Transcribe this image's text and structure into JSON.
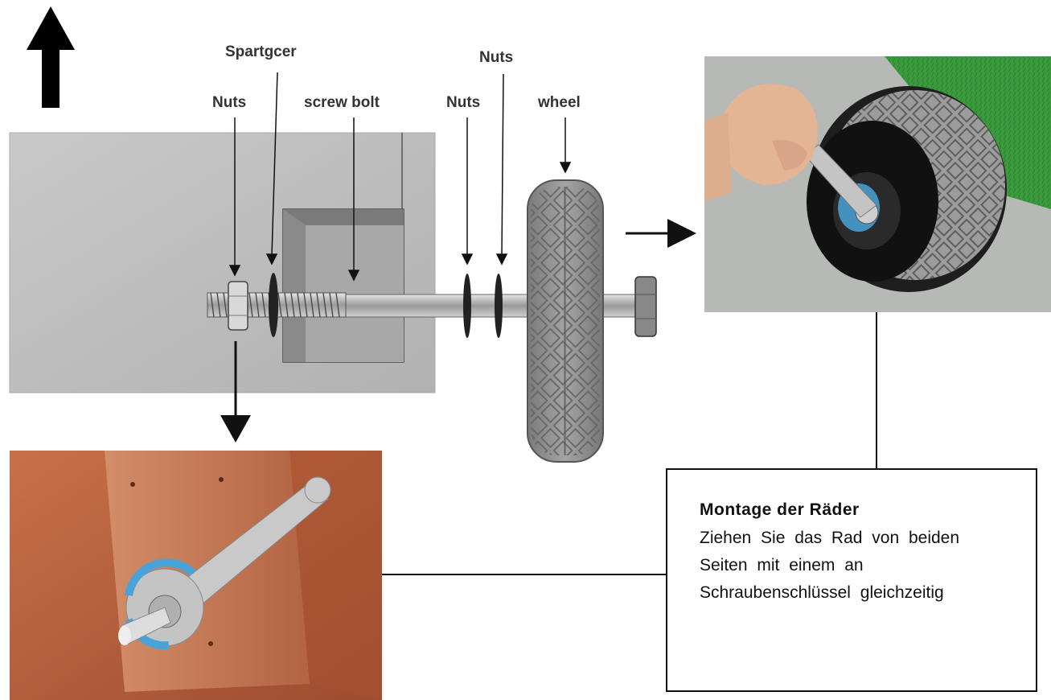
{
  "labels": {
    "spacer": "Spartgcer",
    "nuts_left": "Nuts",
    "screw_bolt": "screw bolt",
    "nuts_mid": "Nuts",
    "nuts_top": "Nuts",
    "wheel": "wheel"
  },
  "instructions": {
    "title": "Montage der Räder",
    "text": "Ziehen Sie das Rad von beiden Seiten mit einem an Schraubenschlüssel gleichzeitig"
  },
  "colors": {
    "panel": "#bcbcbc",
    "tire": "#8e8e8e",
    "wood": "#c06a46",
    "turf": "#3a9b3c",
    "accent_blue": "#4aa3d8"
  }
}
